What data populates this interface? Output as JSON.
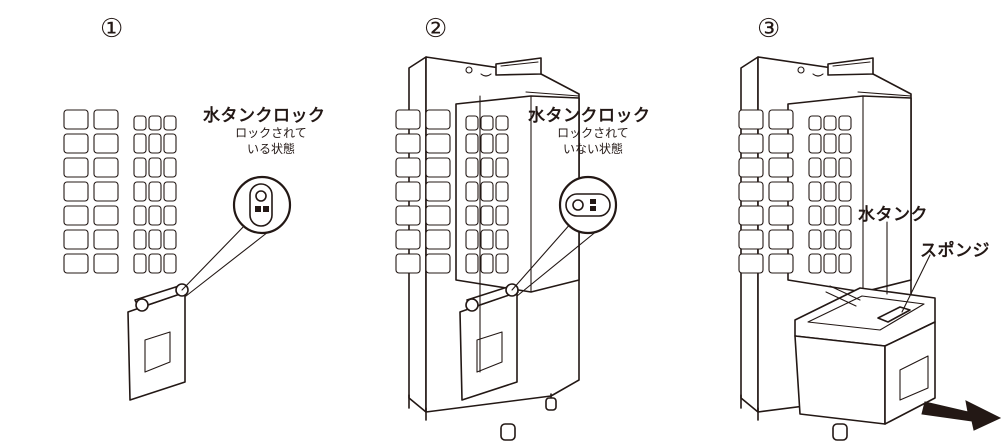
{
  "steps": [
    {
      "number": "①",
      "label": "水タンクロック",
      "state_line1": "ロックされて",
      "state_line2": "いる状態",
      "lock_icon": "lock-icon-locked"
    },
    {
      "number": "②",
      "label": "水タンクロック",
      "state_line1": "ロックされて",
      "state_line2": "いない状態",
      "lock_icon": "lock-icon-unlocked"
    },
    {
      "number": "③",
      "tank_label": "水タンク",
      "sponge_label": "スポンジ",
      "arrow_icon": "pull-out-arrow-icon"
    }
  ],
  "colors": {
    "ink": "#231815",
    "background": "#ffffff"
  }
}
